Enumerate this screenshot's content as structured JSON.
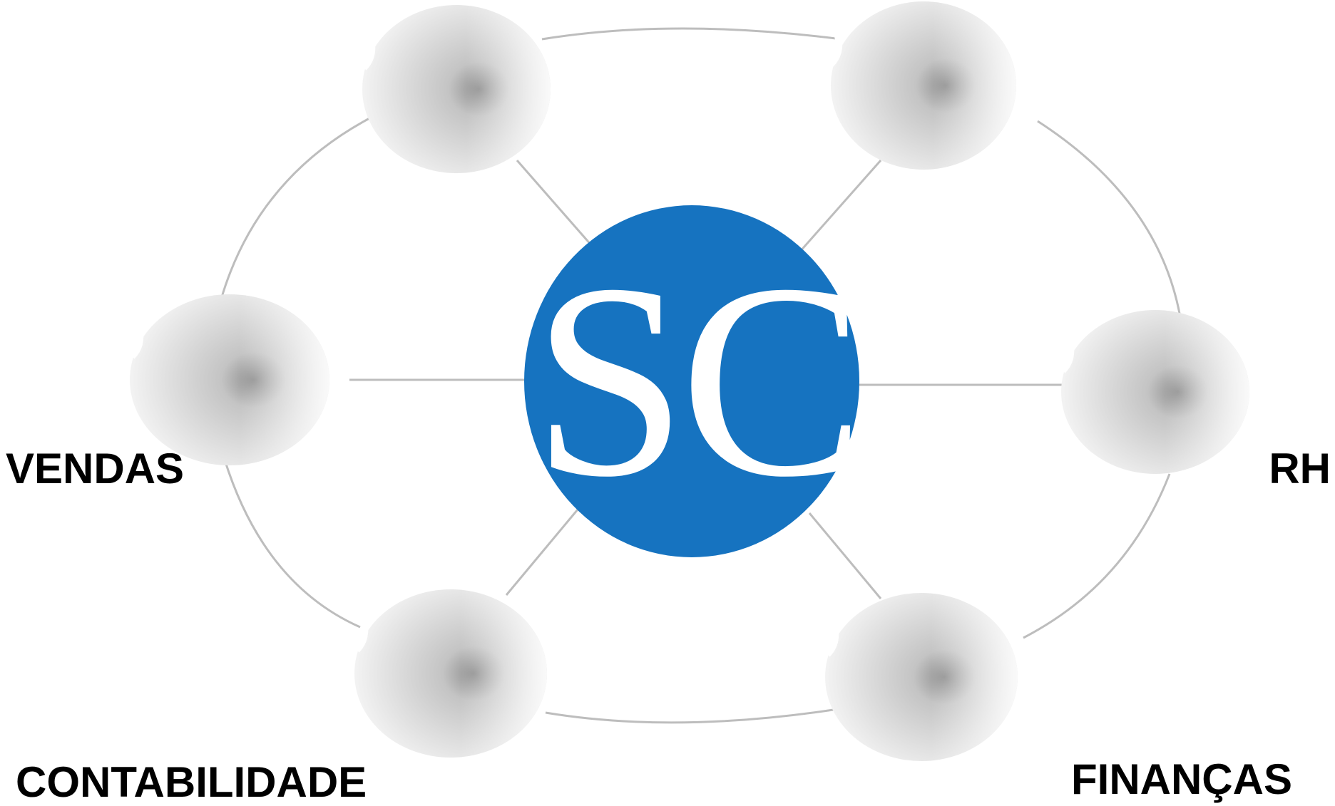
{
  "logo": {
    "text": "SC",
    "color": "#1673c0"
  },
  "nodes": [
    {
      "id": "top-left",
      "label": ""
    },
    {
      "id": "top-right",
      "label": ""
    },
    {
      "id": "mid-left",
      "label": "VENDAS"
    },
    {
      "id": "mid-right",
      "label": "RH"
    },
    {
      "id": "bottom-left",
      "label": "CONTABILIDADE"
    },
    {
      "id": "bottom-right",
      "label": "FINANÇAS"
    }
  ],
  "labels": {
    "vendas": "VENDAS",
    "rh": "RH",
    "contabilidade": "CONTABILIDADE",
    "financas": "FINANÇAS"
  },
  "colors": {
    "connector": "#b8b8b8",
    "node_light": "#f4f4f4",
    "node_dark": "#a9a9a9"
  }
}
